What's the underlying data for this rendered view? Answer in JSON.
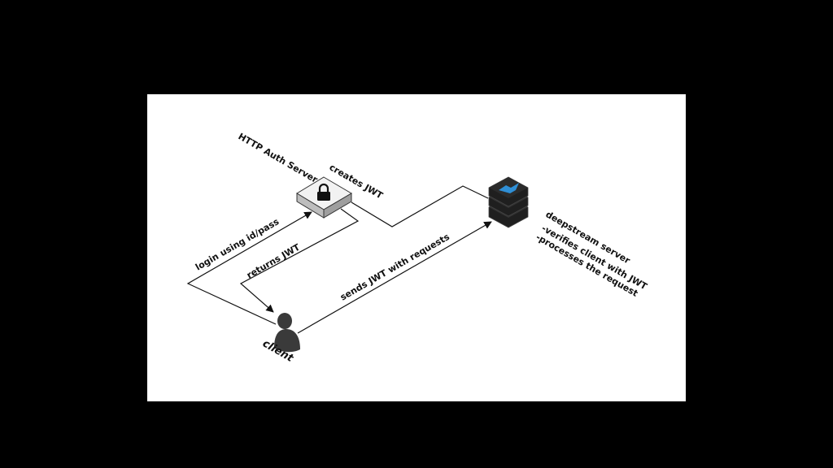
{
  "diagram": {
    "nodes": {
      "auth_server": {
        "title": "HTTP Auth Server",
        "note": "creates JWT"
      },
      "deepstream": {
        "title": "deepstream server",
        "lines": [
          "-verifies client with JWT",
          "-processes the request"
        ]
      },
      "client": {
        "title": "client"
      }
    },
    "edges": {
      "login": "login using id/pass",
      "returns": "returns JWT",
      "sends": "sends JWT with requests"
    }
  },
  "colors": {
    "frame_background": "#000000",
    "canvas_background": "#ffffff",
    "ink": "#111111",
    "server_dark": "#2b2b2b",
    "box_light": "#e6e6e6",
    "logo_blue": "#2f8fd6"
  },
  "icons": {
    "auth_server": "lock-icon",
    "deepstream": "database-stack-icon",
    "client": "user-icon"
  }
}
